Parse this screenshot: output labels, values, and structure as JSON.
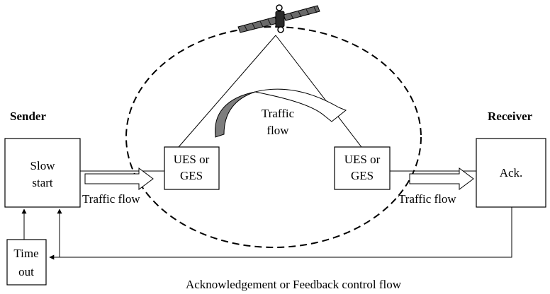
{
  "labels": {
    "sender": "Sender",
    "receiver": "Receiver",
    "sender_box_line1": "Slow",
    "sender_box_line2": "start",
    "left_terminal_line1": "UES or",
    "left_terminal_line2": "GES",
    "right_terminal_line1": "UES or",
    "right_terminal_line2": "GES",
    "receiver_box": "Ack.",
    "timeout_line1": "Time",
    "timeout_line2": "out",
    "traffic_flow_left": "Traffic flow",
    "traffic_flow_right": "Traffic flow",
    "traffic_flow_sat_line1": "Traffic",
    "traffic_flow_sat_line2": "flow",
    "caption": "Acknowledgement or Feedback control flow"
  },
  "icons": {
    "satellite": "satellite-icon"
  },
  "colors": {
    "stroke": "#000000",
    "satellite_arrow": "#8a8a8a",
    "background": "#ffffff"
  }
}
